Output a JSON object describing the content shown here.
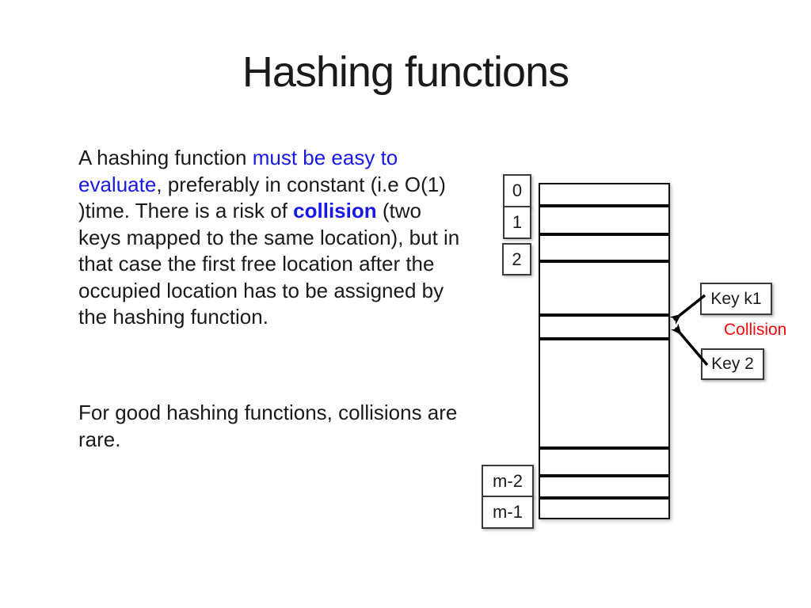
{
  "slide": {
    "title": "Hashing functions"
  },
  "body_text": {
    "paragraph1": {
      "segments": [
        {
          "text": "A hashing function ",
          "style": "normal"
        },
        {
          "text": "must be easy to evaluate",
          "style": "blue"
        },
        {
          "text": ", preferably in constant (i.e O(1) )time. There is a risk of ",
          "style": "normal"
        },
        {
          "text": "collision",
          "style": "blue-bold"
        },
        {
          "text": " (two keys mapped to the same location), but in that case the first free location after the occupied location has to be assigned by the hashing function.",
          "style": "normal"
        }
      ]
    },
    "paragraph2": "For good hashing functions, collisions are rare."
  },
  "diagram": {
    "index_labels": {
      "top": [
        "0",
        "1",
        "2"
      ],
      "bottom": [
        "m-2",
        "m-1"
      ]
    },
    "key_labels": {
      "key1": "Key k1",
      "key2": "Key 2"
    },
    "collision_label": "Collision",
    "colors": {
      "accent_blue": "#1919E6",
      "collision_red": "#FA0A0A",
      "table_line_black": "#0A0A0A"
    }
  }
}
